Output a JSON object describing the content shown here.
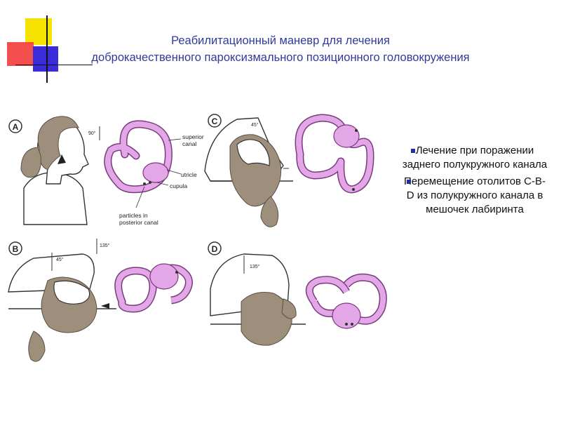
{
  "title": {
    "line1": "Реабилитационный маневр для лечения",
    "line2": "доброкачественного пароксизмального позиционного головокружения"
  },
  "figure": {
    "panels": {
      "a": "A",
      "b": "B",
      "c": "C",
      "d": "D"
    },
    "angles": {
      "a": "90°",
      "b_1": "45°",
      "b_2": "135°",
      "c": "45°",
      "d": "135°"
    },
    "labels": {
      "superior_canal": "superior\ncanal",
      "utricle": "utricle",
      "cupula": "cupula",
      "particles": "particles in\nposterior canal"
    },
    "colors": {
      "labyrinth": "#e3a6e6",
      "labyrinth_stroke": "#7a3a7e",
      "hair": "#9e8f7c",
      "skin": "#ffffff"
    }
  },
  "bullets": [
    "Лечение при поражении заднего полукружного канала",
    "Перемещение отолитов C-B-D из полукружного канала в мешочек лабиринта"
  ],
  "colors": {
    "title": "#2f3a9c",
    "bullet_mark": "#2b2b9c",
    "deco_yellow": "#f5e200",
    "deco_red": "#f24040",
    "deco_blue": "#3a2cd8"
  }
}
